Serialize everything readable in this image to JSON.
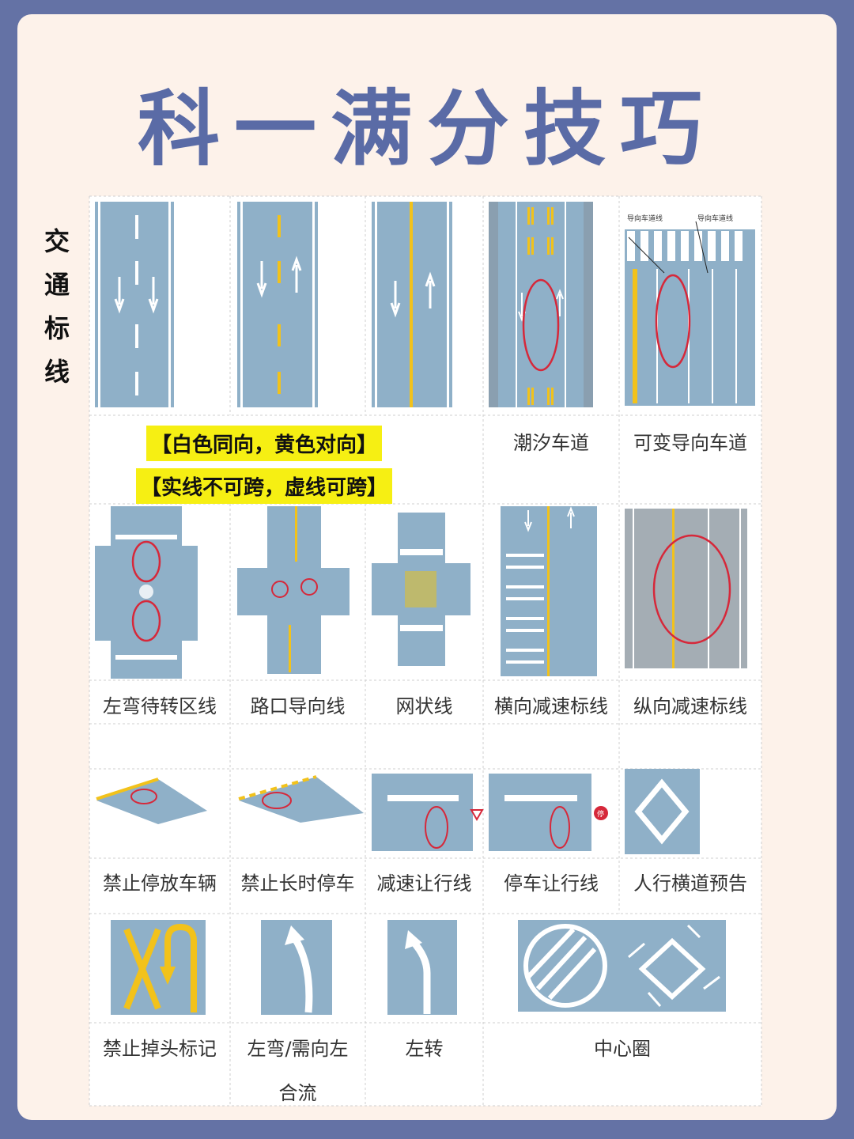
{
  "title": "科一满分技巧",
  "side_label": [
    "交",
    "通",
    "标",
    "线"
  ],
  "notes": {
    "line1": "【白色同向，黄色对向】",
    "line2": "【实线不可跨，虚线可跨】"
  },
  "diagram_text": {
    "lane_label_left": "导向车道线",
    "lane_label_right": "导向车道线",
    "stop_sign": "停"
  },
  "labels": {
    "tidal": "潮汐车道",
    "variable": "可变导向车道",
    "left_wait": "左弯待转区线",
    "guide": "路口导向线",
    "grid": "网状线",
    "h_decel": "横向减速标线",
    "v_decel": "纵向减速标线",
    "no_park": "禁止停放车辆",
    "no_long": "禁止长时停车",
    "slow_yield": "减速让行线",
    "stop_yield": "停车让行线",
    "crosswalk": "人行横道预告",
    "no_uturn": "禁止掉头标记",
    "left_merge_1": "左弯/需向左",
    "left_merge_2": "合流",
    "left_turn": "左转",
    "center": "中心圈"
  },
  "colors": {
    "background": "#6472a5",
    "card": "#fdf2ea",
    "title": "#5a6ba6",
    "road": "#8fb0c8",
    "yellow": "#f2c21b",
    "red": "#d6283a",
    "highlight": "#f6ef13"
  }
}
